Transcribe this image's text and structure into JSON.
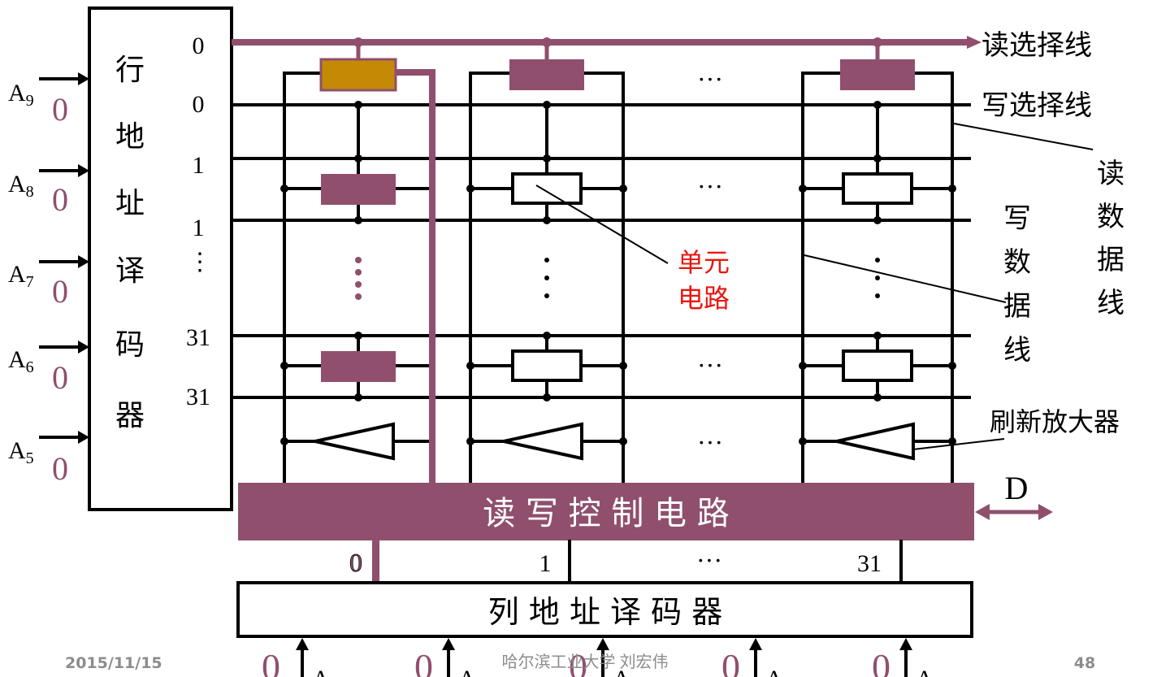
{
  "row_decoder": {
    "chars": [
      "行",
      "地",
      "址",
      "译",
      "码",
      "器"
    ],
    "outputs": [
      "0",
      "0",
      "1",
      "1",
      "⋮",
      "31",
      "31"
    ]
  },
  "address_inputs": {
    "row_labels": [
      {
        "name": "A",
        "sub": "9",
        "value": "0"
      },
      {
        "name": "A",
        "sub": "8",
        "value": "0"
      },
      {
        "name": "A",
        "sub": "7",
        "value": "0"
      },
      {
        "name": "A",
        "sub": "6",
        "value": "0"
      },
      {
        "name": "A",
        "sub": "5",
        "value": "0"
      }
    ],
    "column_values": [
      "0",
      "0",
      "0",
      "0",
      "0"
    ],
    "column_letter": "A"
  },
  "signal_labels": {
    "read_select": "读选择线",
    "write_select": "写选择线",
    "read_data": [
      "读",
      "数",
      "据",
      "线"
    ],
    "write_data": [
      "写",
      "数",
      "据",
      "线"
    ],
    "refresh_amp": "刷新放大器",
    "data_io": "D",
    "cell_circuit": [
      "单元",
      "电路"
    ]
  },
  "column_dots": {
    "ellipsis": "···",
    "vdots": "⋮"
  },
  "rw_control": {
    "label": "读 写 控 制 电 路"
  },
  "col_decoder": {
    "label": "列 地 址 译 码 器",
    "outputs": [
      "0",
      "1",
      "···",
      "31"
    ]
  },
  "footer": {
    "date": "2015/11/15",
    "author": "哈尔滨工业大学  刘宏伟",
    "page": "48"
  },
  "colors": {
    "line": "#000000",
    "accent": "#8f4f6d",
    "selected_cell": "#c48a05",
    "cell_label": "#e8170f"
  }
}
